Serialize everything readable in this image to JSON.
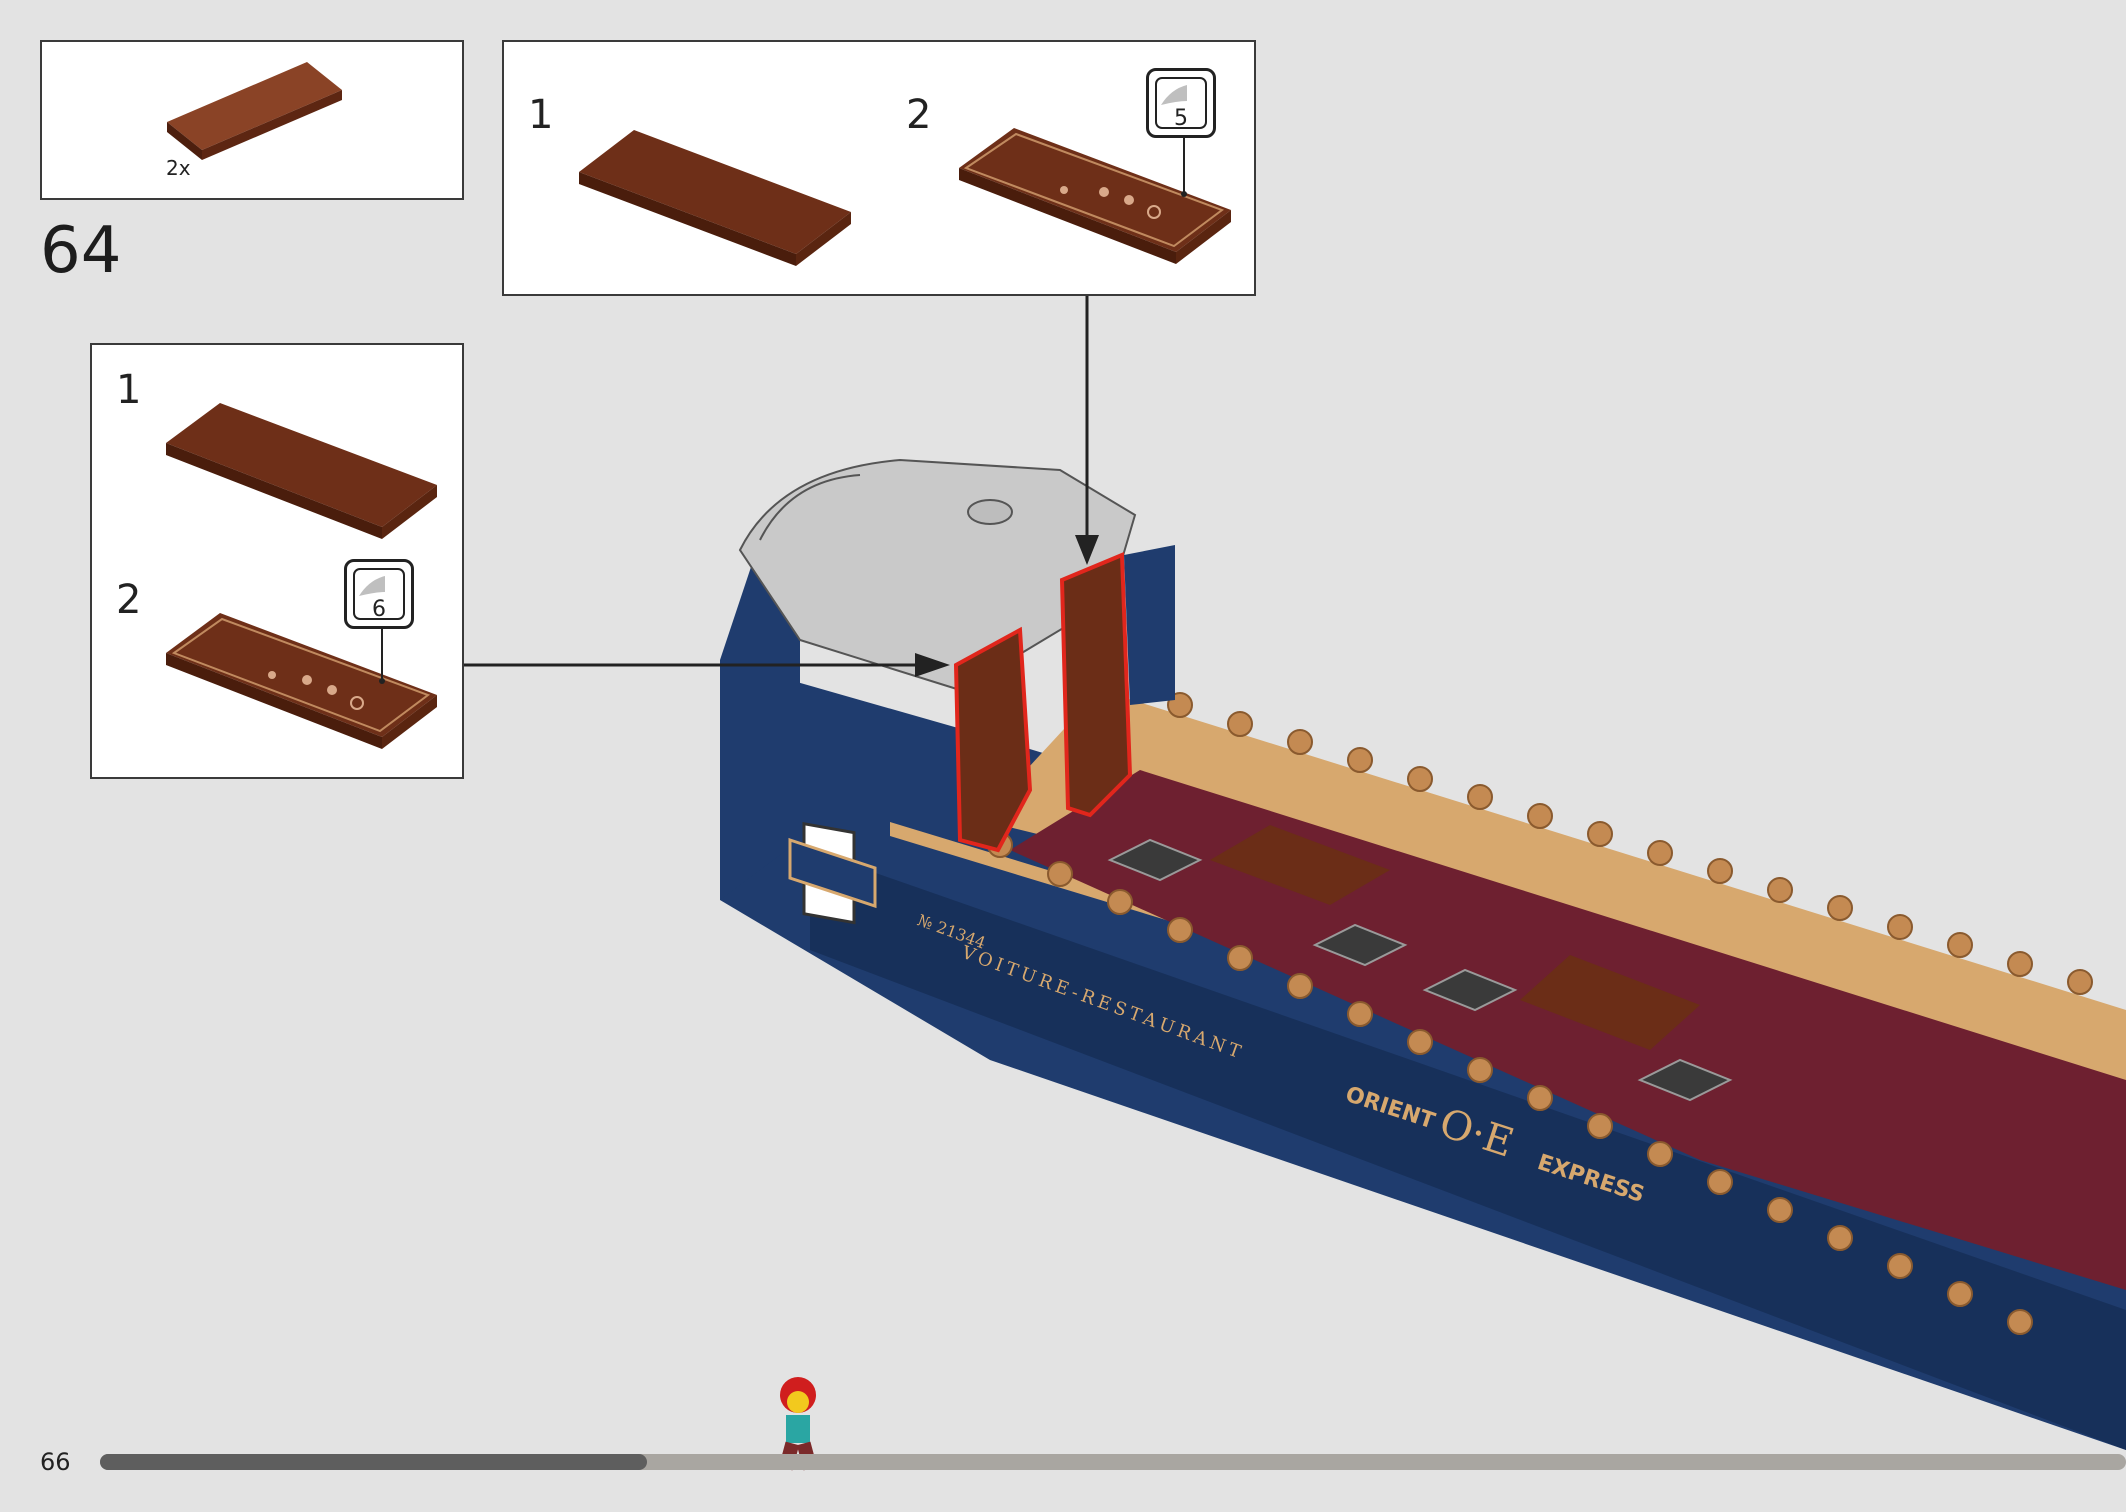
{
  "parts_callout": {
    "quantity": "2x",
    "part_color": "#6b2d17"
  },
  "step": {
    "number": "64"
  },
  "subassembly_top": {
    "sub1_label": "1",
    "sub2_label": "2",
    "sticker_number": "5"
  },
  "subassembly_left": {
    "sub1_label": "1",
    "sub2_label": "2",
    "sticker_number": "6"
  },
  "model_printing": {
    "number_plate": "№ 21344",
    "coach_name": "VOITURE-RESTAURANT",
    "logo_left": "ORIENT",
    "logo_center": "O·E",
    "logo_right": "EXPRESS"
  },
  "footer": {
    "page_number": "66",
    "progress_fraction": 0.27
  },
  "colors": {
    "background": "#e3e3e3",
    "train_blue": "#1f3c6e",
    "tan": "#d7a86e",
    "dark_red": "#6e2030",
    "reddish_brown": "#6b2d17",
    "highlight_red": "#e1261c",
    "roof_grey": "#c9c9c9"
  }
}
